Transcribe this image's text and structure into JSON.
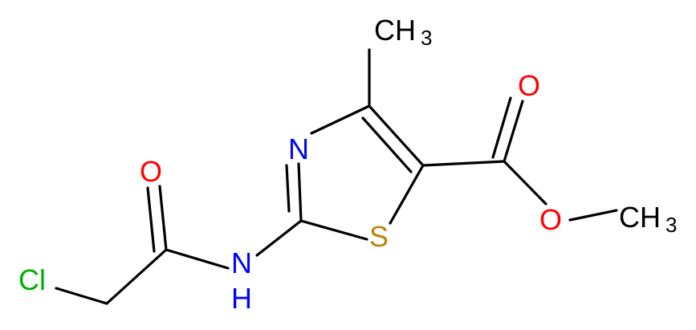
{
  "molecule": {
    "atoms": {
      "n_ring": {
        "text": "N",
        "color": "#0000ff"
      },
      "s_ring": {
        "text": "S",
        "color": "#b8860b"
      },
      "o_carbonyl_ester": {
        "text": "O",
        "color": "#ff0000"
      },
      "o_ether_ester": {
        "text": "O",
        "color": "#ff0000"
      },
      "o_carbonyl_amide": {
        "text": "O",
        "color": "#ff0000"
      },
      "nh_amide": {
        "text": "N",
        "sub": "H",
        "color": "#0000ff"
      },
      "cl": {
        "text": "Cl",
        "color": "#00b000"
      },
      "ch3_ring": {
        "text": "CH",
        "sub": "3",
        "color": "#000000"
      },
      "ch3_ester": {
        "text": "CH",
        "sub": "3",
        "color": "#000000"
      }
    }
  }
}
